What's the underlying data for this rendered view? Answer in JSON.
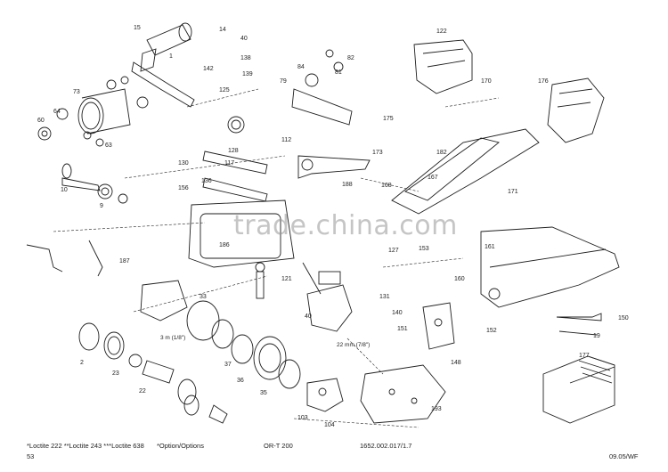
{
  "watermark": "trade.china.com",
  "part_labels": [
    {
      "id": "p15",
      "text": "15"
    },
    {
      "id": "p14",
      "text": "14"
    },
    {
      "id": "p40",
      "text": "40"
    },
    {
      "id": "p138",
      "text": "138"
    },
    {
      "id": "p139",
      "text": "139"
    },
    {
      "id": "p142",
      "text": "142"
    },
    {
      "id": "p125",
      "text": "125"
    },
    {
      "id": "p1",
      "text": "1"
    },
    {
      "id": "p73",
      "text": "73"
    },
    {
      "id": "p64",
      "text": "64"
    },
    {
      "id": "p60",
      "text": "60"
    },
    {
      "id": "p63",
      "text": "63"
    },
    {
      "id": "p82",
      "text": "82"
    },
    {
      "id": "p81",
      "text": "81"
    },
    {
      "id": "p79",
      "text": "79"
    },
    {
      "id": "p84",
      "text": "84"
    },
    {
      "id": "p122",
      "text": "122"
    },
    {
      "id": "p170",
      "text": "170"
    },
    {
      "id": "p175",
      "text": "175"
    },
    {
      "id": "p176",
      "text": "176"
    },
    {
      "id": "p182",
      "text": "182"
    },
    {
      "id": "p173",
      "text": "173"
    },
    {
      "id": "p171",
      "text": "171"
    },
    {
      "id": "p168",
      "text": "168"
    },
    {
      "id": "p10",
      "text": "10"
    },
    {
      "id": "p128",
      "text": "128"
    },
    {
      "id": "p117",
      "text": "117"
    },
    {
      "id": "p130",
      "text": "130"
    },
    {
      "id": "p156",
      "text": "156"
    },
    {
      "id": "p136",
      "text": "136"
    },
    {
      "id": "p112",
      "text": "112"
    },
    {
      "id": "p187",
      "text": "187"
    },
    {
      "id": "p186",
      "text": "186"
    },
    {
      "id": "p127",
      "text": "127"
    },
    {
      "id": "p153",
      "text": "153"
    },
    {
      "id": "p161",
      "text": "161"
    },
    {
      "id": "p131",
      "text": "131"
    },
    {
      "id": "p33",
      "text": "33"
    },
    {
      "id": "p160",
      "text": "160"
    },
    {
      "id": "p152",
      "text": "152"
    },
    {
      "id": "p19",
      "text": "19"
    },
    {
      "id": "p2",
      "text": "2"
    },
    {
      "id": "p23",
      "text": "23"
    },
    {
      "id": "p22",
      "text": "22"
    },
    {
      "id": "p36",
      "text": "36"
    },
    {
      "id": "p35",
      "text": "35"
    },
    {
      "id": "p37",
      "text": "37"
    },
    {
      "id": "p103",
      "text": "103"
    },
    {
      "id": "p104",
      "text": "104"
    },
    {
      "id": "p193",
      "text": "193"
    },
    {
      "id": "p177",
      "text": "177"
    },
    {
      "id": "p150",
      "text": "150"
    },
    {
      "id": "p148",
      "text": "148"
    },
    {
      "id": "p151",
      "text": "151"
    },
    {
      "id": "p140",
      "text": "140"
    },
    {
      "id": "p40b",
      "text": "40"
    },
    {
      "id": "p121",
      "text": "121"
    },
    {
      "id": "p188",
      "text": "188"
    },
    {
      "id": "p9",
      "text": "9"
    },
    {
      "id": "p167",
      "text": "167"
    }
  ],
  "notes": {
    "dim1": "3 m (1/8\")",
    "dim2": "22 mm (7/8\")"
  },
  "footer": {
    "loctite": "*Loctite 222  **Loctite 243  ***Loctite 638",
    "options": "*Option/Options",
    "model": "OR-T 200",
    "docnum": "1652.002.017/1.7",
    "page": "53",
    "date": "09.05/WF"
  }
}
